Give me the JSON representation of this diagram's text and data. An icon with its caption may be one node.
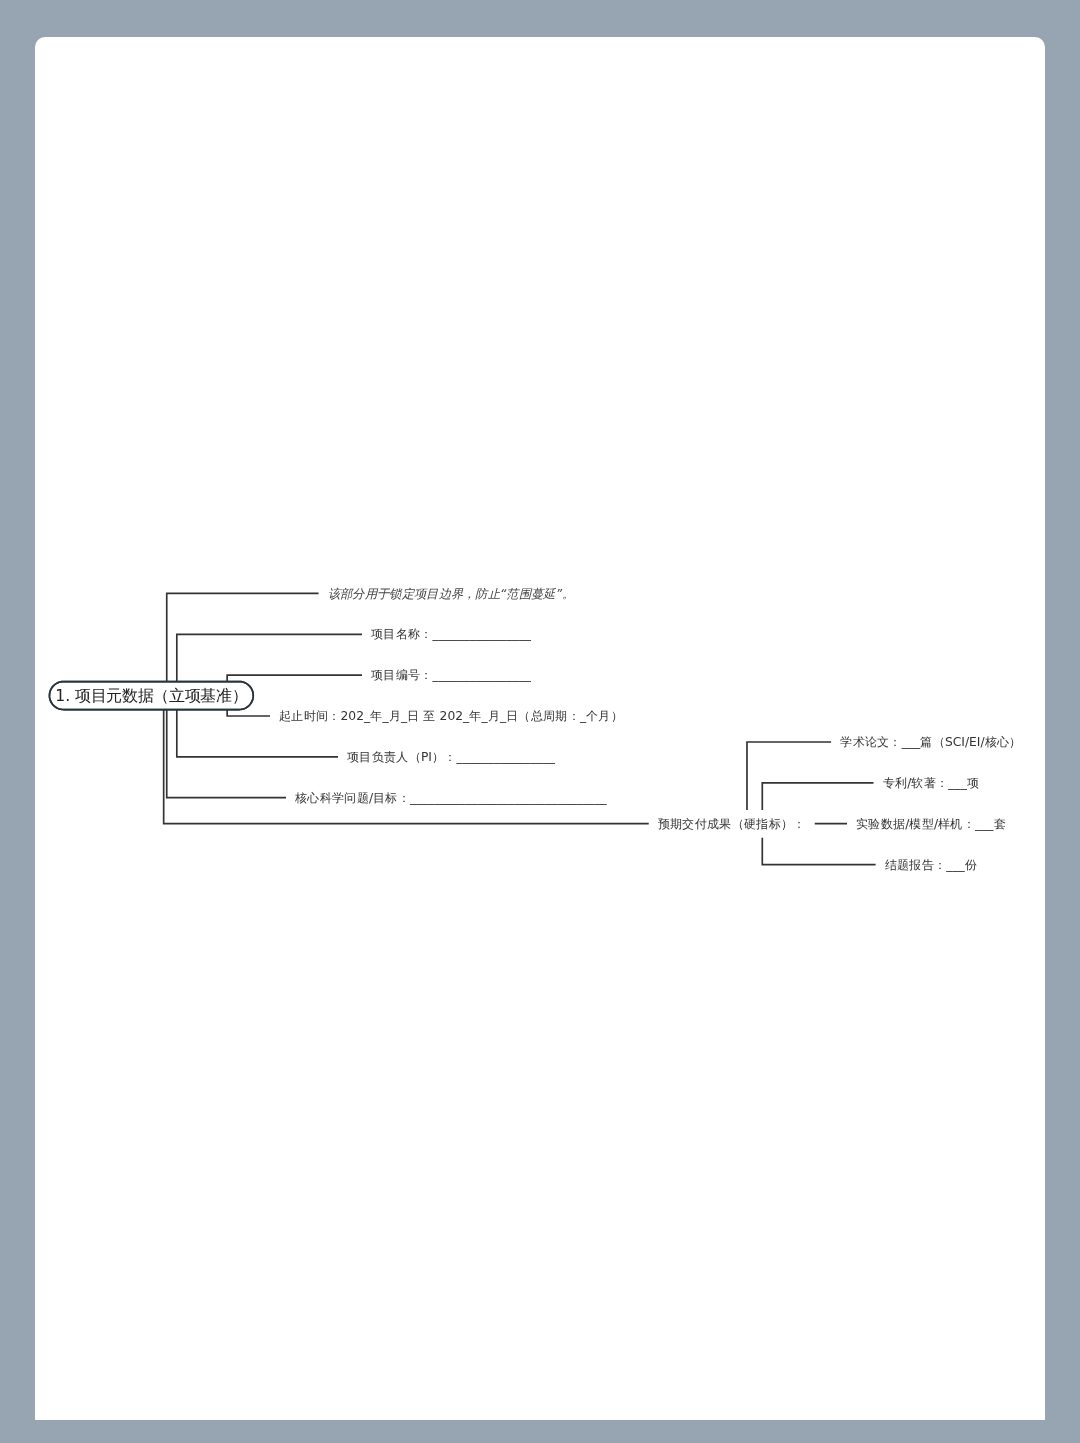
{
  "diagram": {
    "nodes": [
      {
        "text": [
          "1. 项目元数据（立项基准）"
        ]
      },
      {
        "text": [
          "该部分用于锁定项目边界，防止“范围蔓延”。"
        ]
      },
      {
        "text": [
          "项目名称：________________"
        ]
      },
      {
        "text": [
          "项目编号：________________"
        ]
      },
      {
        "text": [
          "起止时间：202_年_月_日 至 202_年_月_日（总周期：_个月）"
        ]
      },
      {
        "text": [
          "项目负责人（PI）：________________"
        ]
      },
      {
        "text": [
          "核心科学问题/目标：________________________________"
        ]
      },
      {
        "text": [
          "预期交付成果（硬指标）："
        ]
      },
      {
        "text": [
          "学术论文：___篇（SCI/EI/核心）"
        ]
      },
      {
        "text": [
          "专利/软著：___项"
        ]
      },
      {
        "text": [
          "实验数据/模型/样机：___套"
        ]
      },
      {
        "text": [
          "结题报告：___份"
        ]
      }
    ],
    "edges": [
      {
        "from": 0,
        "to": 1,
        "arrow": "none"
      },
      {
        "from": 0,
        "to": 2,
        "arrow": "none"
      },
      {
        "from": 0,
        "to": 3,
        "arrow": "none"
      },
      {
        "from": 0,
        "to": 4,
        "arrow": "none"
      },
      {
        "from": 0,
        "to": 5,
        "arrow": "none"
      },
      {
        "from": 0,
        "to": 6,
        "arrow": "none"
      },
      {
        "from": 0,
        "to": 7,
        "arrow": "none"
      },
      {
        "from": 7,
        "to": 8,
        "arrow": "none"
      },
      {
        "from": 7,
        "to": 9,
        "arrow": "none"
      },
      {
        "from": 7,
        "to": 10,
        "arrow": "none"
      },
      {
        "from": 7,
        "to": 11,
        "arrow": "none"
      }
    ]
  }
}
